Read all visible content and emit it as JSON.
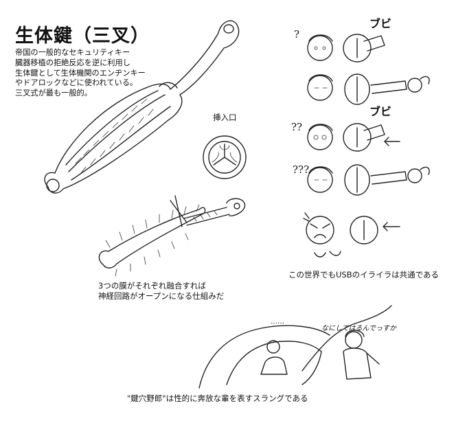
{
  "title": "生体鍵（三叉）",
  "description": [
    "帝国の一般的なセキュリティキー",
    "臓器移植の拒絶反応を逆に利用し",
    "生体鍵として生体機関のエンヂンキー",
    "やドアロックなどに使われている。",
    "三叉式が最も一般的。"
  ],
  "insert_label": "挿入口",
  "membrane_caption": [
    "3つの膜がそれぞれ融合すれば",
    "神経回路がオープンになる仕組みだ"
  ],
  "usb_caption": "この世界でもUSBのイライラは共通である",
  "bottom_caption": "\"鍵穴野郎\"は性的に奔放な輩を表すスラングである",
  "speech_right": "なにしてはるんでっすか",
  "speech_dots": "……",
  "sfx": [
    "ブビ",
    "ブビ"
  ],
  "question_marks": [
    "?",
    "??",
    "???"
  ]
}
